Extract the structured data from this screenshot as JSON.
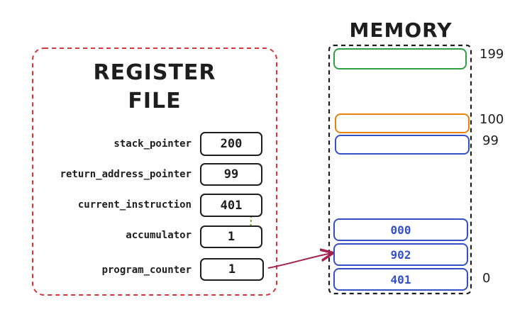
{
  "register_file": {
    "title_line1": "REGISTER",
    "title_line2": "FILE",
    "registers": [
      {
        "name": "stack_pointer",
        "value": "200"
      },
      {
        "name": "return_address_pointer",
        "value": "99"
      },
      {
        "name": "current_instruction",
        "value": "401"
      },
      {
        "name": "accumulator",
        "value": "1"
      },
      {
        "name": "program_counter",
        "value": "1"
      }
    ]
  },
  "memory": {
    "title": "MEMORY",
    "cells": [
      {
        "value": "",
        "color": "#2f9e44"
      },
      {
        "value": "",
        "color": "#e8820c"
      },
      {
        "value": "",
        "color": "#3550c7"
      },
      {
        "value": "000",
        "color": "#3550c7"
      },
      {
        "value": "902",
        "color": "#3550c7"
      },
      {
        "value": "401",
        "color": "#3550c7"
      }
    ],
    "address_labels": [
      "199",
      "100",
      "99",
      "0"
    ]
  },
  "colors": {
    "register_border": "#d9363e",
    "memory_border": "#1e1e1e",
    "pointer_arrow": "#a3234d",
    "instruction_arrow": "#66a80f"
  }
}
